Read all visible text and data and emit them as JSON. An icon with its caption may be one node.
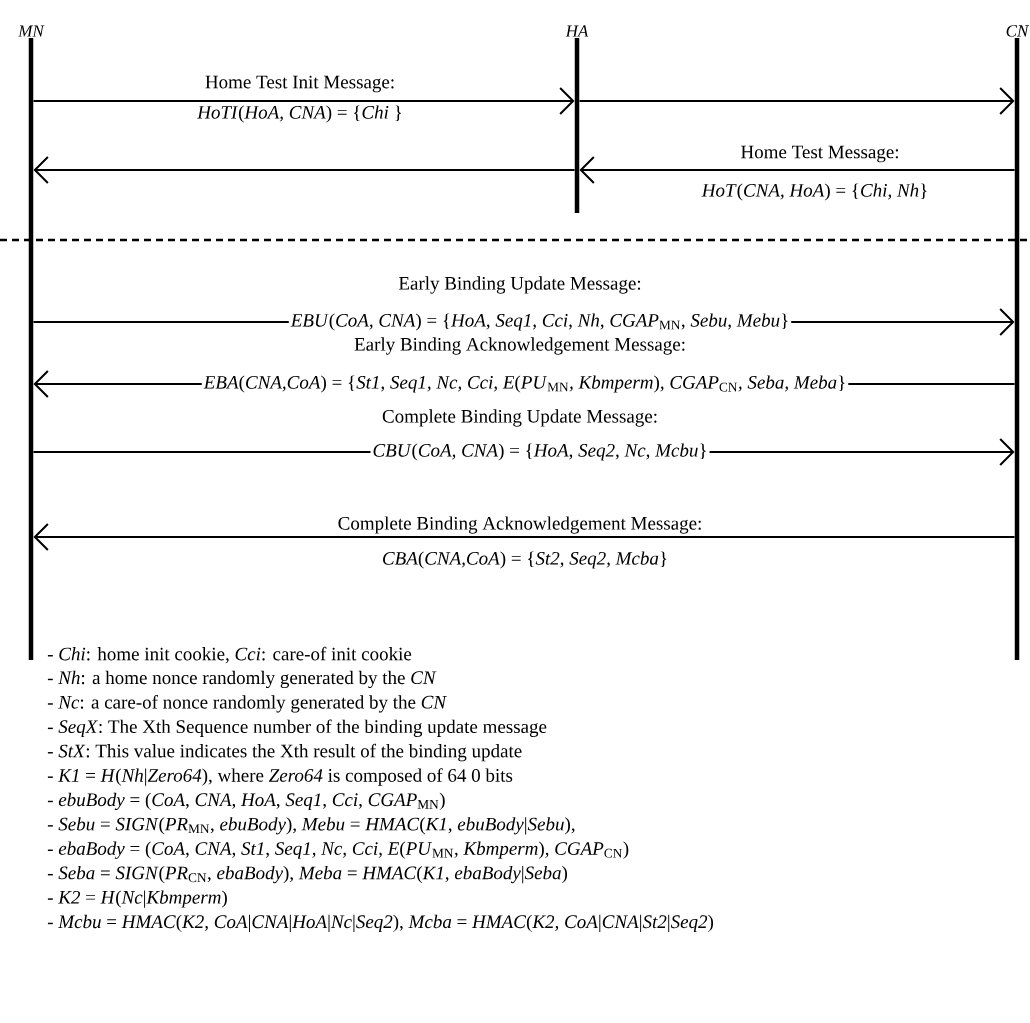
{
  "diagram": {
    "nodes": [
      {
        "text": [
          "MN"
        ]
      },
      {
        "text": [
          "HA"
        ]
      },
      {
        "text": [
          "CN"
        ]
      }
    ],
    "edges": [
      {
        "from": 0,
        "to": 1,
        "arrow": "to",
        "label": "*HoTI*(*HoA, CNA*) = {*Chi* }"
      },
      {
        "from": 1,
        "to": 2,
        "arrow": "to"
      },
      {
        "from": 2,
        "to": 1,
        "arrow": "to",
        "label": "*HoT*(*CNA, HoA*) = {*Chi, Nh*}"
      },
      {
        "from": 1,
        "to": 0,
        "arrow": "to"
      },
      {
        "from": 0,
        "to": 2,
        "arrow": "to",
        "label": "*EBU*(*CoA, CNA*) = {*HoA*, *Seq1*, *Cci*, *Nh*, *CGAP*$_{MN}$, *Sebu*, *Mebu*}"
      },
      {
        "from": 2,
        "to": 0,
        "arrow": "to",
        "label": "*EBA*(*CNA,CoA*) = {*St1*, *Seq1, Nc, Cci, E*(*PU*$_{MN}$*, Kbmperm*)*, CGAP*$_{CN}$*, Seba, Meba*}"
      },
      {
        "from": 0,
        "to": 2,
        "arrow": "to",
        "label": "*CBU*(*CoA, CNA*) = {*HoA*, *Seq2*, *Nc*, *Mcbu*}"
      },
      {
        "from": 2,
        "to": 0,
        "arrow": "to",
        "label": "*CBA*(*CNA,CoA*) = {*St2*, *Seq2, Mcba*}"
      }
    ],
    "labels": [
      "Home Test Init Message:",
      "Home Test Message:",
      "Early Binding Update Message:",
      "Early Binding Acknowledgement Message:",
      "Complete Binding Update Message:",
      "Complete Binding Acknowledgement Message:",
      "- *Chi*: home init cookie,  *Cci*: care-of init cookie",
      "- *Nh*: a home nonce randomly generated by the *CN*",
      "- *Nc*: a care-of nonce randomly generated by the *CN*",
      "- *SeqX*: The Xth Sequence number of the binding update message",
      "- *StX*: This value indicates the Xth result of the binding update",
      "- *K1* = *H*(*Nh*|*Zero64*), where *Zero64* is composed of 64 0 bits",
      "- *ebuBody* = (*CoA*, *CNA*, *HoA*, *Seq1*, *Cci*, *CGAP*$_{MN}$)",
      "- *Sebu* = *SIGN*(*PR*$_{MN}$, *ebuBody*), *Mebu* = *HMAC*(*K1*, *ebuBody*|*Sebu*),",
      "- *ebaBody* = (*CoA*, *CNA*, *St1*, *Seq1, Nc, Cci, E*(*PU*$_{MN}$*, Kbmperm*)*, CGAP*$_{CN}$)",
      "- *Seba* = *SIGN*(*PR*$_{CN}$, *ebaBody*), *Meba* = *HMAC*(*K1*, *ebaBody*|*Seba*)",
      "- *K2* = *H*(*Nc*|*Kbmperm*)",
      "- *Mcbu* = *HMAC*(*K2, CoA*|*CNA*|*HoA*|*Nc*|*Seq2*), *Mcba* = *HMAC*(*K2, CoA*|*CNA*|*St2*|*Seq2*)"
    ]
  }
}
